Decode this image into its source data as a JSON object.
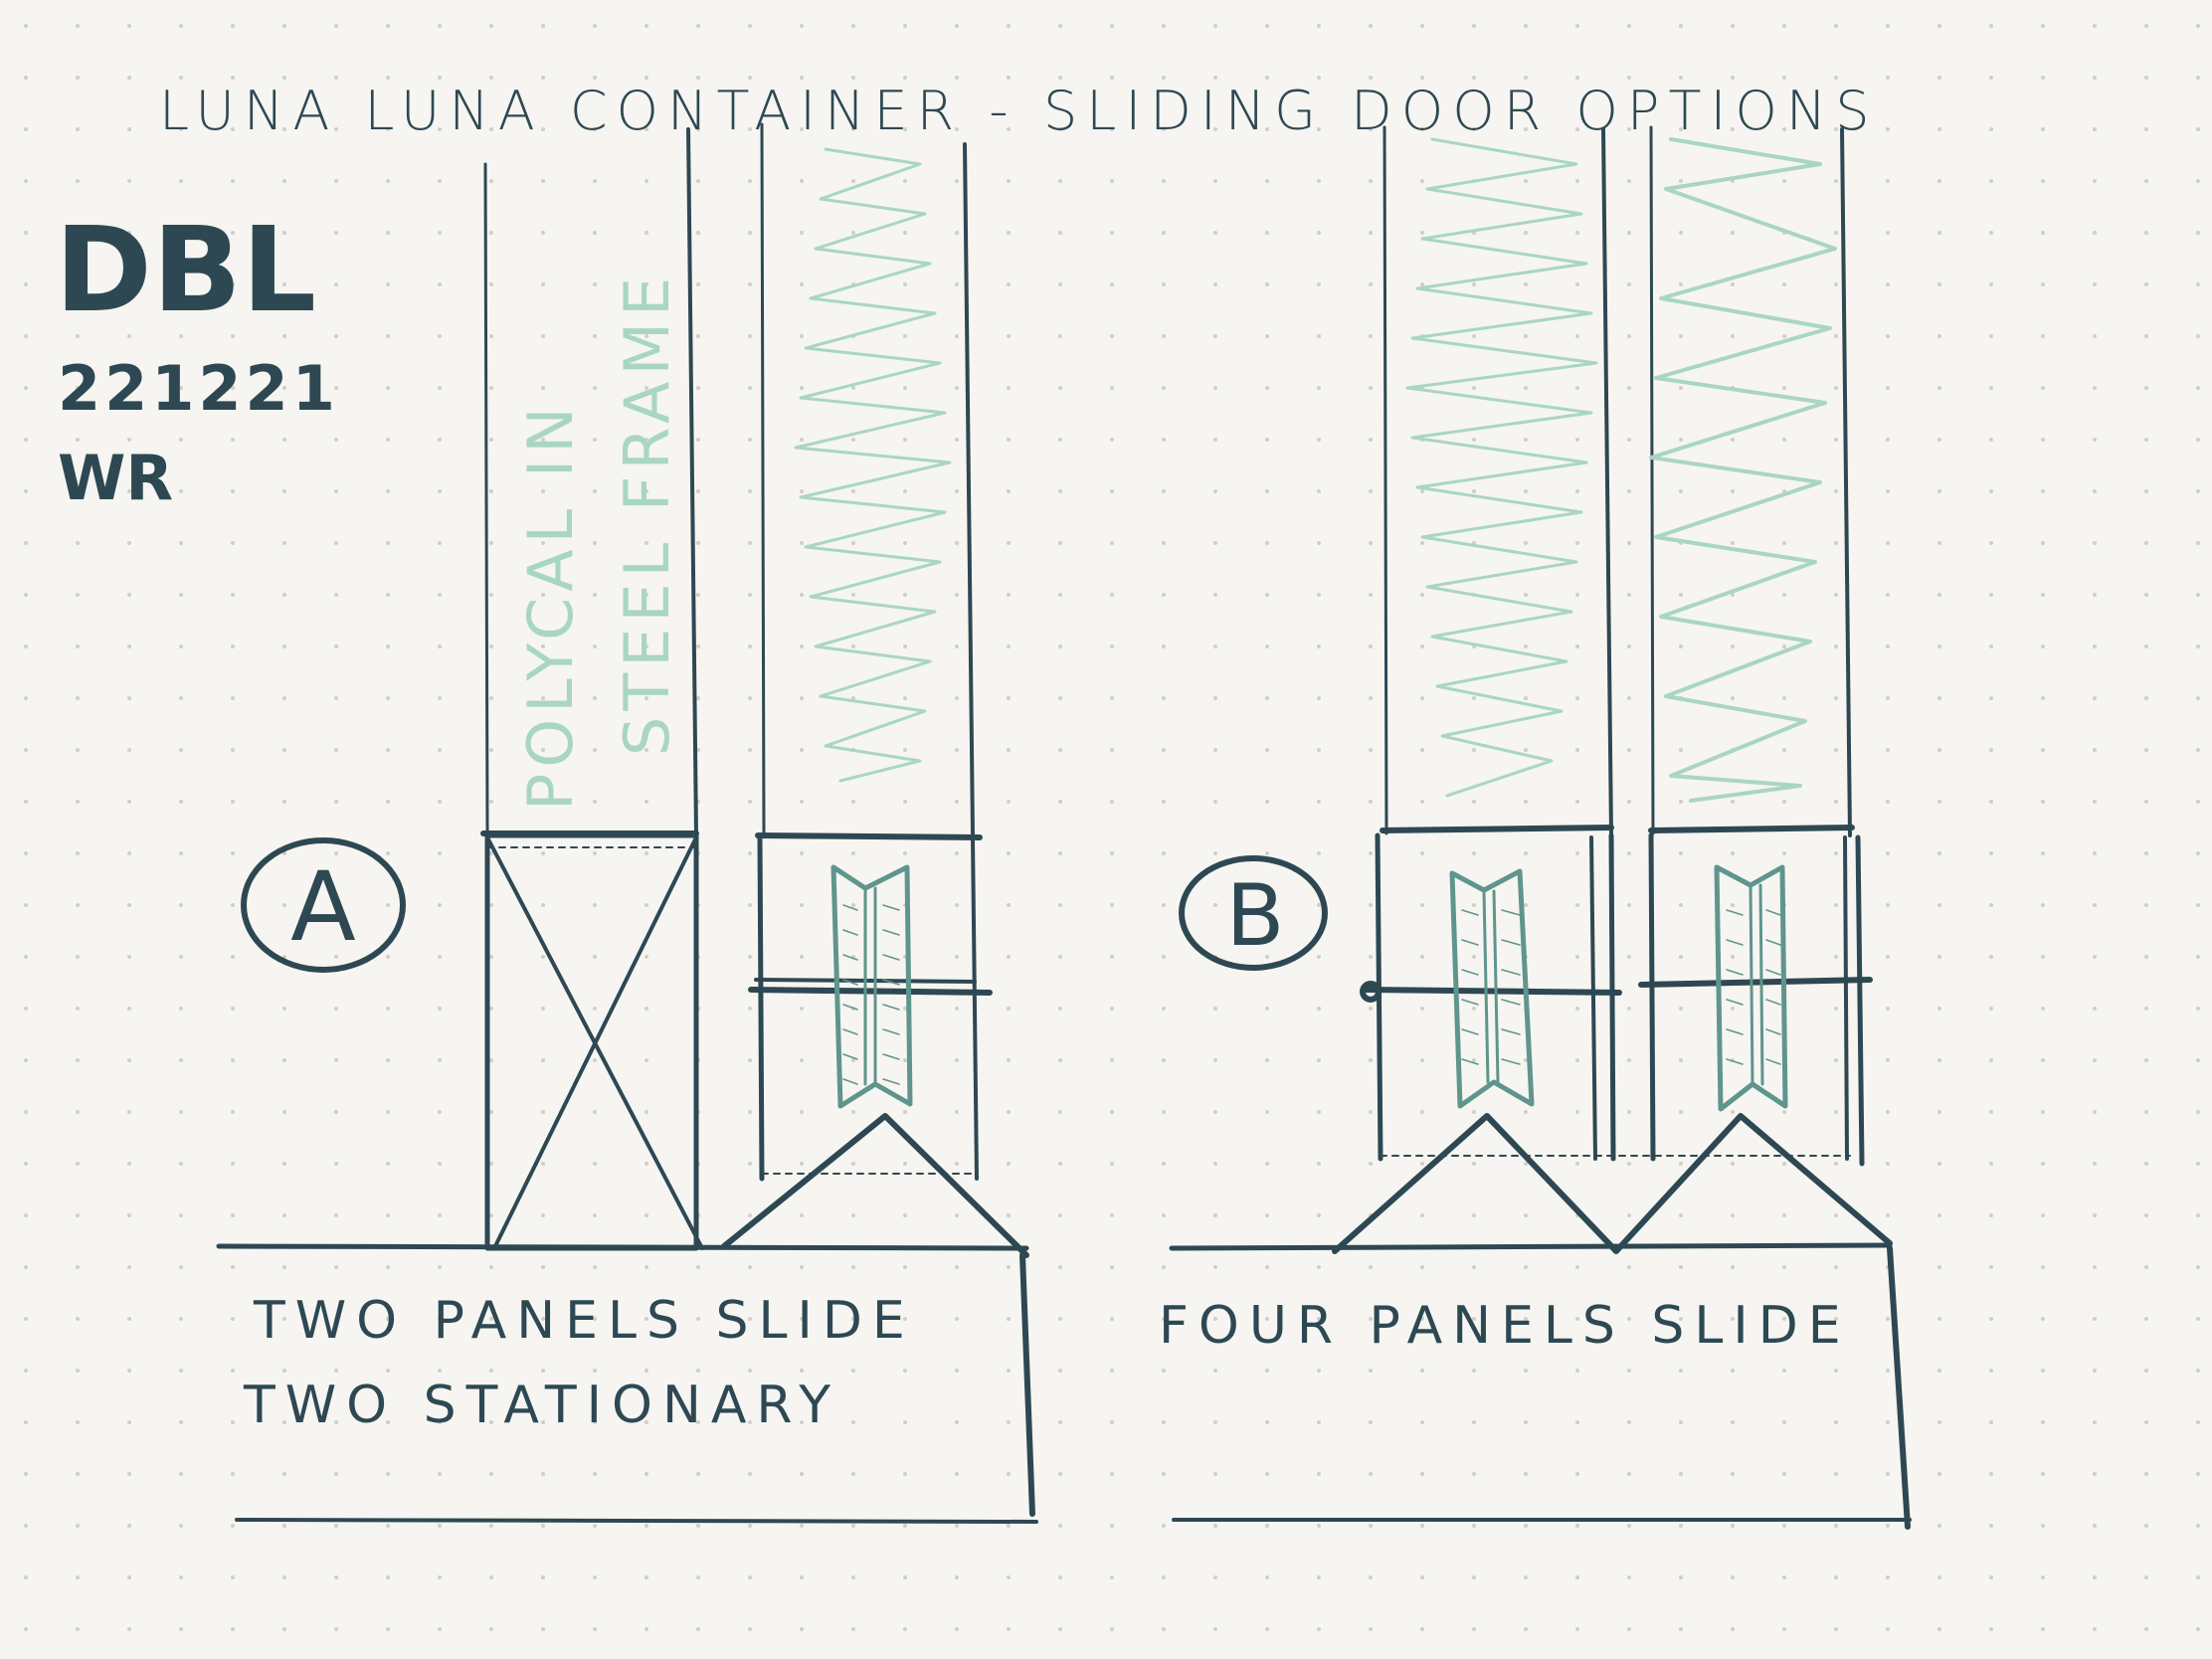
{
  "title": "LUNA LUNA CONTAINER - SLIDING DOOR OPTIONS",
  "author_block": {
    "initials": "DBL",
    "date": "221221",
    "note": "WR"
  },
  "option_a": {
    "label": "A",
    "material_note_line1": "POLYCAL IN",
    "material_note_line2": "STEEL FRAME",
    "caption_line1": "TWO PANELS SLIDE",
    "caption_line2": "TWO STATIONARY"
  },
  "option_b": {
    "label": "B",
    "caption_line1": "FOUR PANELS SLIDE"
  },
  "colors": {
    "ink": "#2e4853",
    "glazing": "#a9d6c2",
    "panel": "#5f958c",
    "paper": "#f6f5f1"
  }
}
